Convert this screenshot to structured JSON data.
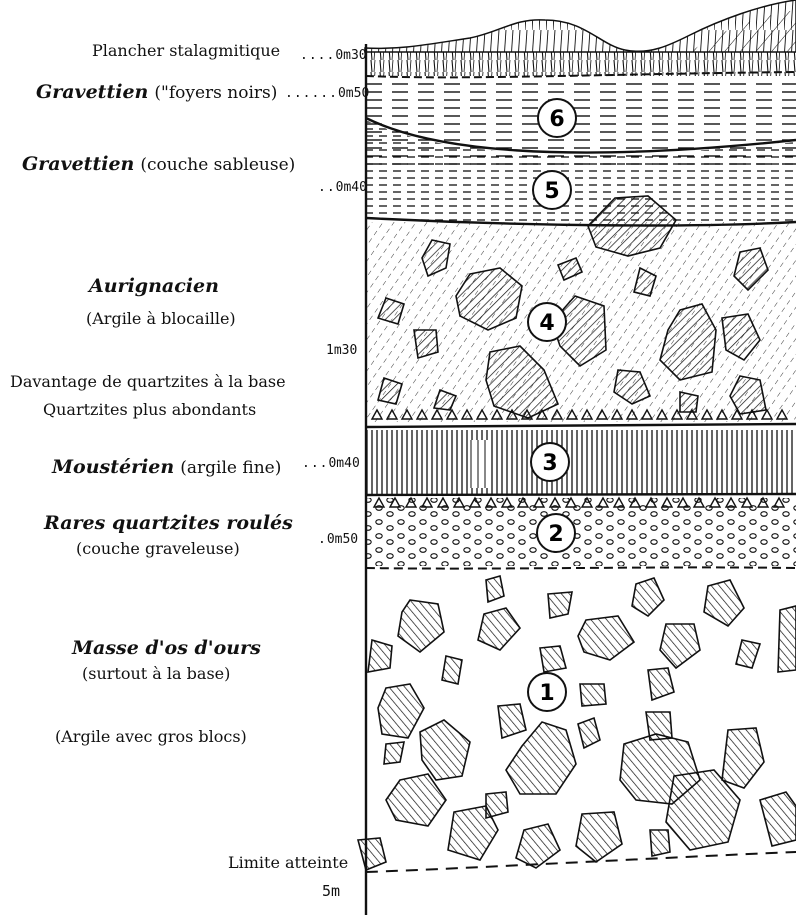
{
  "layers": [
    {
      "number": "6",
      "name": "Gravettien",
      "desc": "(\"foyers noirs)",
      "thickness": "0m50"
    },
    {
      "number": "5",
      "name": "Gravettien",
      "desc": "(couche sableuse)",
      "thickness": "0m40"
    },
    {
      "number": "4",
      "name": "Aurignacien",
      "desc": "(Argile à blocaille)",
      "thickness": "1m30",
      "notes": [
        "Davantage de quartzites à la base",
        "Quartzites plus abondants"
      ]
    },
    {
      "number": "3",
      "name": "Moustérien",
      "desc": "(argile fine)",
      "thickness": "0m40"
    },
    {
      "number": "2",
      "name": "Rares quartzites roulés",
      "desc": "(couche graveleuse)",
      "thickness": "0m50"
    },
    {
      "number": "1",
      "name": "Masse d'os d'ours",
      "desc": "(surtout à la base)",
      "note": "(Argile avec gros blocs)"
    }
  ],
  "top": {
    "label": "Plancher stalagmitique",
    "thickness": "0m30"
  },
  "bottom": {
    "label": "Limite atteinte",
    "depth": "5m"
  }
}
